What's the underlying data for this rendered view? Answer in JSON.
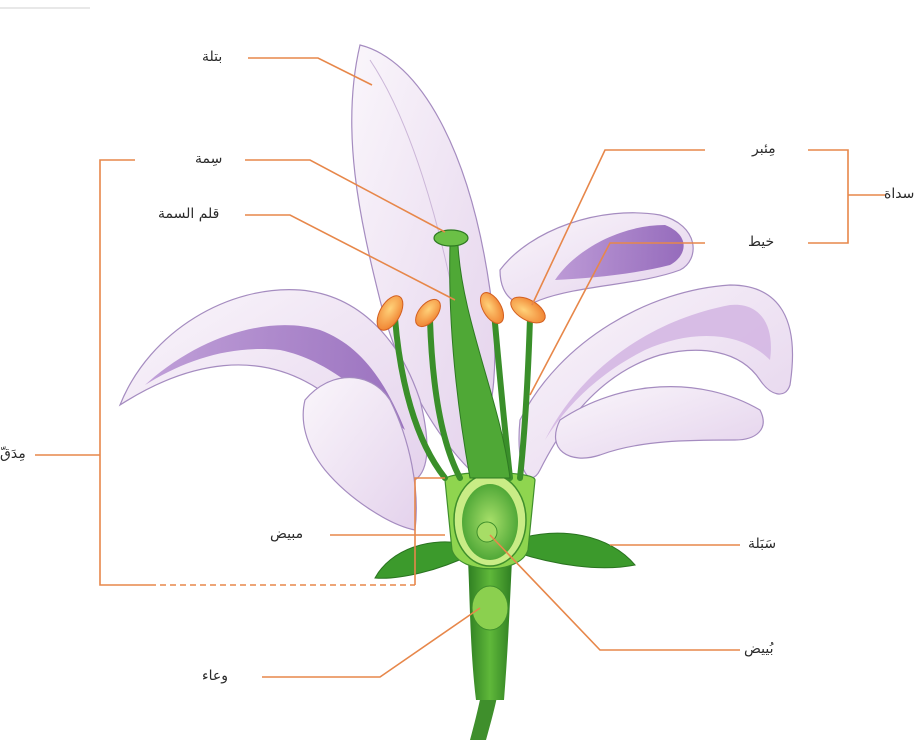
{
  "labels": {
    "petal": "بتلة",
    "stigma": "سِمة",
    "style": "قلم السمة",
    "anther": "مِئبر",
    "filament": "خيط",
    "stamen": "سداة",
    "pistil": "مِدَقّ",
    "ovary": "مبيض",
    "sepal": "سَبَلة",
    "ovule": "بُييض",
    "receptacle": "وعاء"
  },
  "colors": {
    "leader": "#e7874a",
    "petal_light": "#f3eaf6",
    "petal_mid": "#d9bde4",
    "petal_dark": "#9a6fc0",
    "stem": "#3f9d2e",
    "stem_light": "#7cc94a",
    "anther": "#f4a24a",
    "text": "#2a2a2a"
  }
}
